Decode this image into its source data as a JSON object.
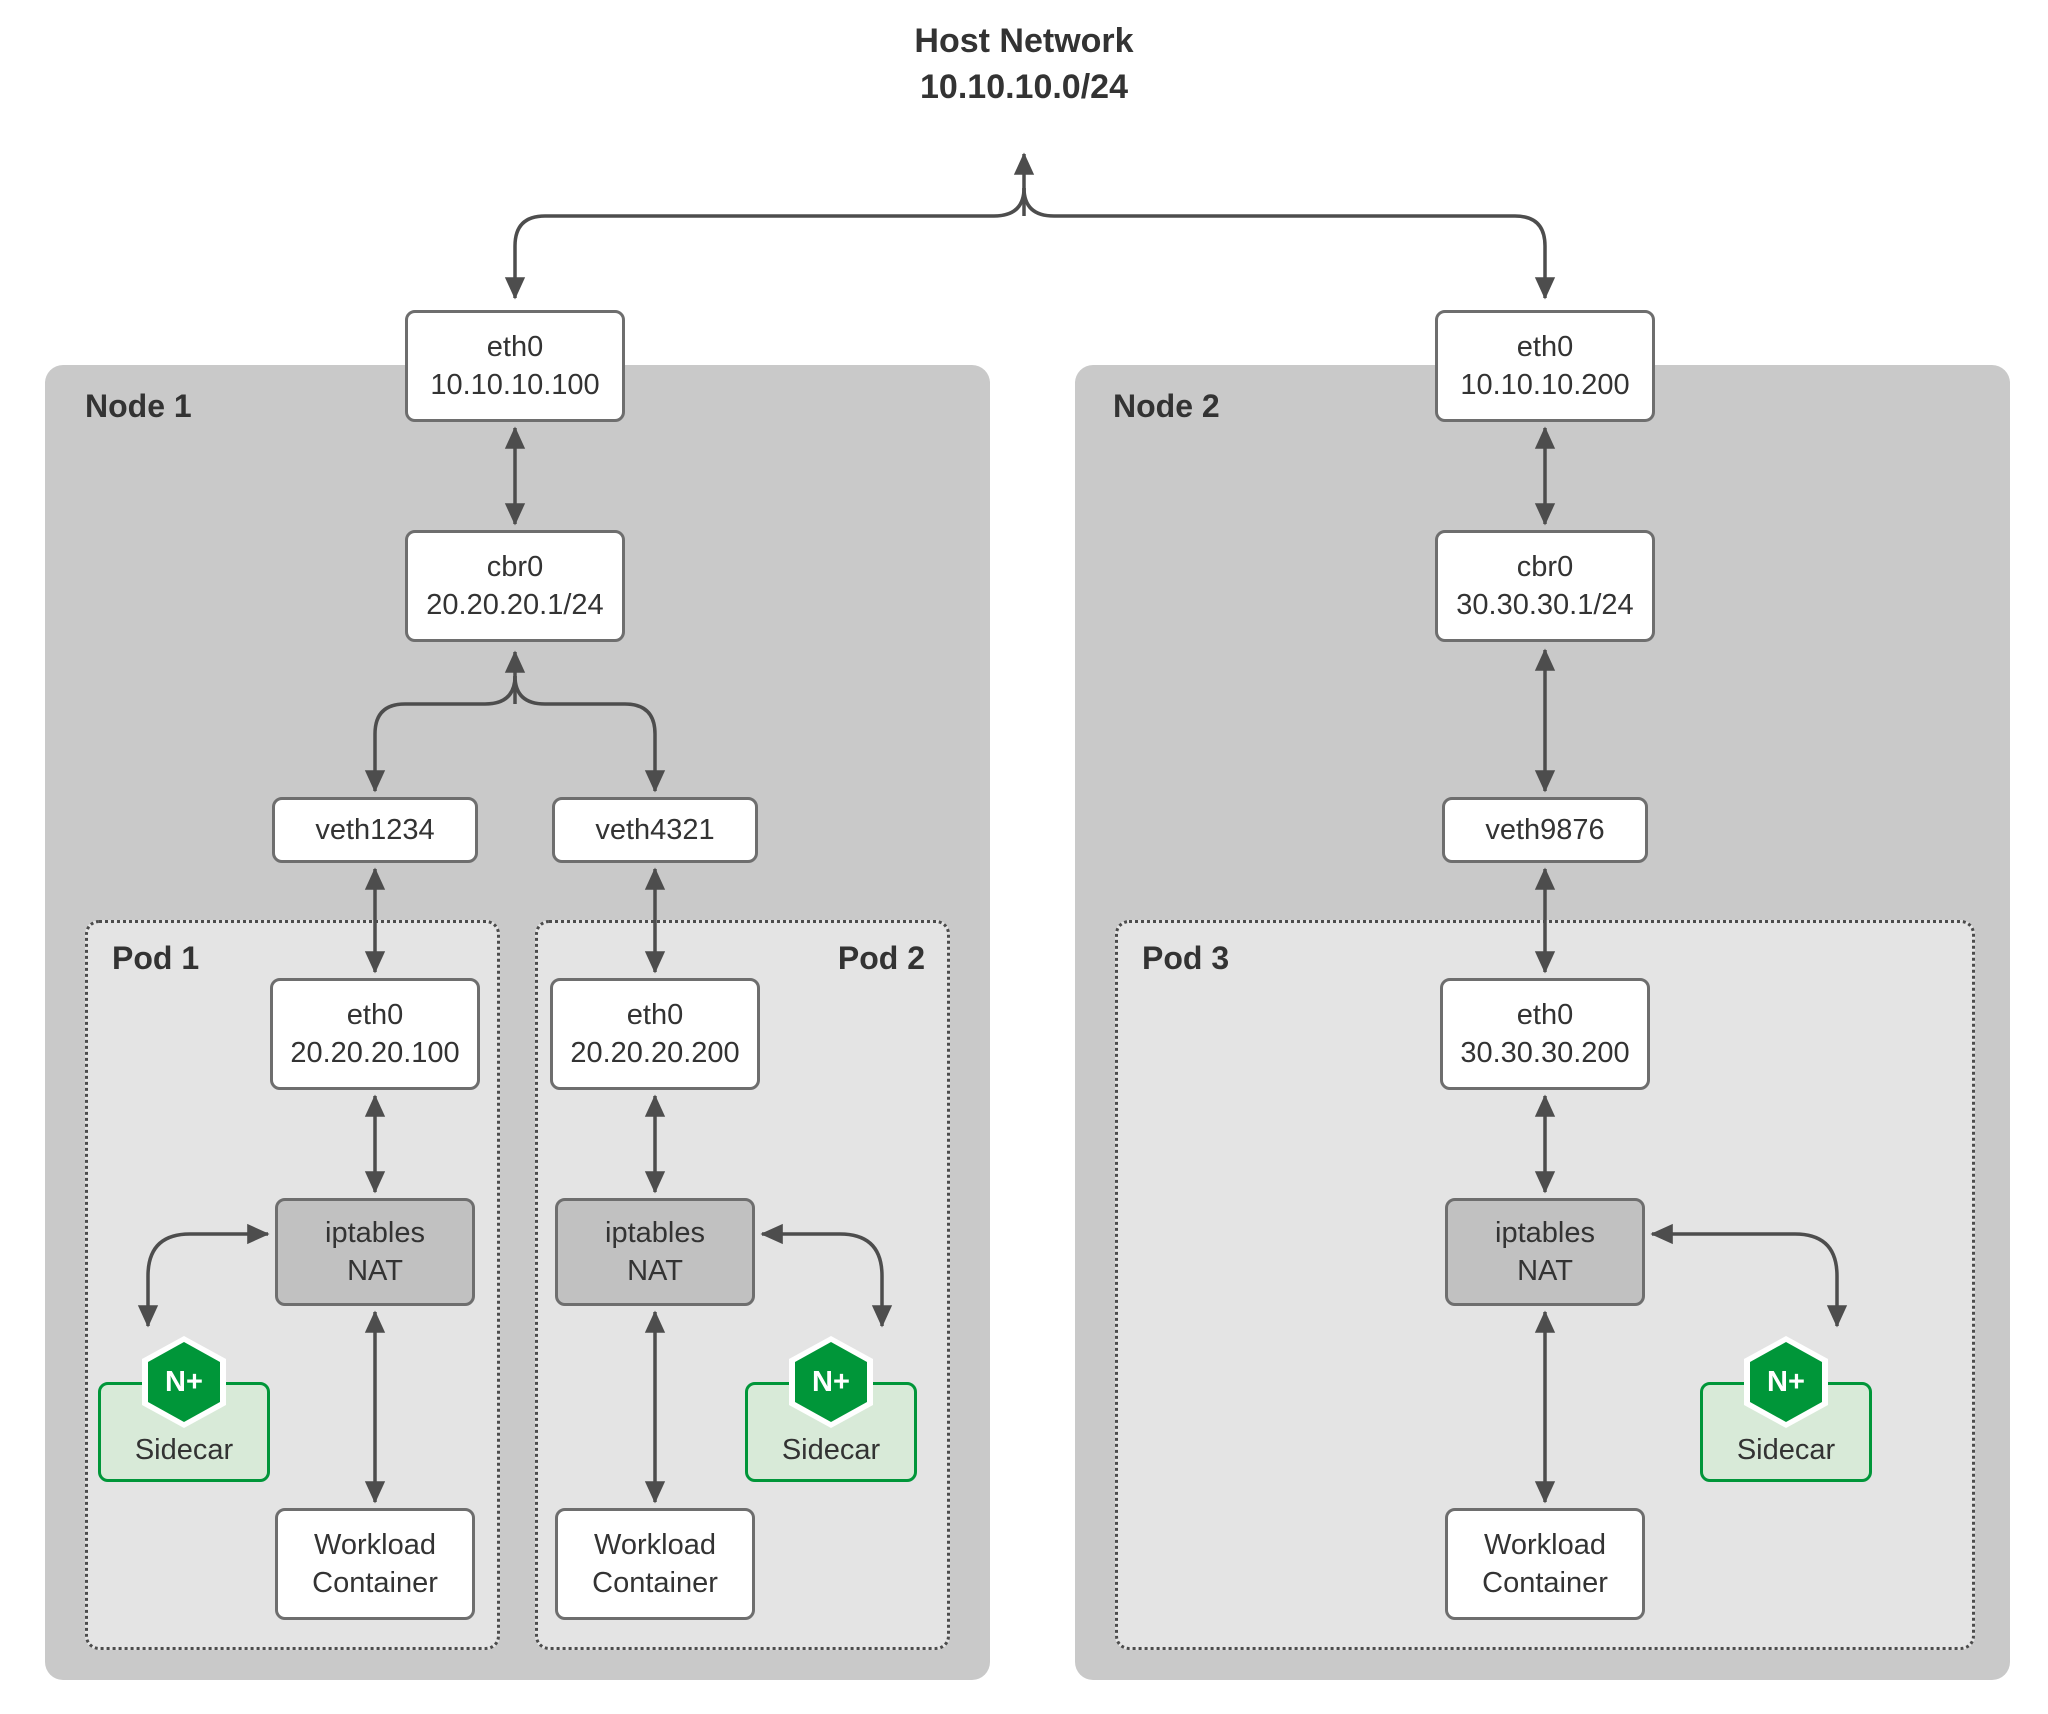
{
  "host_network": {
    "title": "Host Network",
    "subnet": "10.10.10.0/24"
  },
  "node1": {
    "label": "Node 1",
    "eth0": {
      "name": "eth0",
      "ip": "10.10.10.100"
    },
    "cbr0": {
      "name": "cbr0",
      "cidr": "20.20.20.1/24"
    },
    "veth1": "veth1234",
    "veth2": "veth4321",
    "pod1": {
      "label": "Pod 1",
      "eth0": {
        "name": "eth0",
        "ip": "20.20.20.100"
      },
      "nat": {
        "line1": "iptables",
        "line2": "NAT"
      },
      "sidecar": {
        "label": "Sidecar",
        "badge": "N+"
      },
      "workload": {
        "line1": "Workload",
        "line2": "Container"
      }
    },
    "pod2": {
      "label": "Pod 2",
      "eth0": {
        "name": "eth0",
        "ip": "20.20.20.200"
      },
      "nat": {
        "line1": "iptables",
        "line2": "NAT"
      },
      "sidecar": {
        "label": "Sidecar",
        "badge": "N+"
      },
      "workload": {
        "line1": "Workload",
        "line2": "Container"
      }
    }
  },
  "node2": {
    "label": "Node 2",
    "eth0": {
      "name": "eth0",
      "ip": "10.10.10.200"
    },
    "cbr0": {
      "name": "cbr0",
      "cidr": "30.30.30.1/24"
    },
    "veth1": "veth9876",
    "pod3": {
      "label": "Pod 3",
      "eth0": {
        "name": "eth0",
        "ip": "30.30.30.200"
      },
      "nat": {
        "line1": "iptables",
        "line2": "NAT"
      },
      "sidecar": {
        "label": "Sidecar",
        "badge": "N+"
      },
      "workload": {
        "line1": "Workload",
        "line2": "Container"
      }
    }
  },
  "colors": {
    "node_fill": "#c9c9c9",
    "pod_fill": "#e4e4e4",
    "pod_border": "#4c4c4c",
    "box_border": "#6e6e6e",
    "nat_fill": "#c1c1c1",
    "arrow": "#4d4d4d",
    "nginx_green": "#009639",
    "sidecar_fill": "#d8ead8",
    "text": "#333333"
  }
}
